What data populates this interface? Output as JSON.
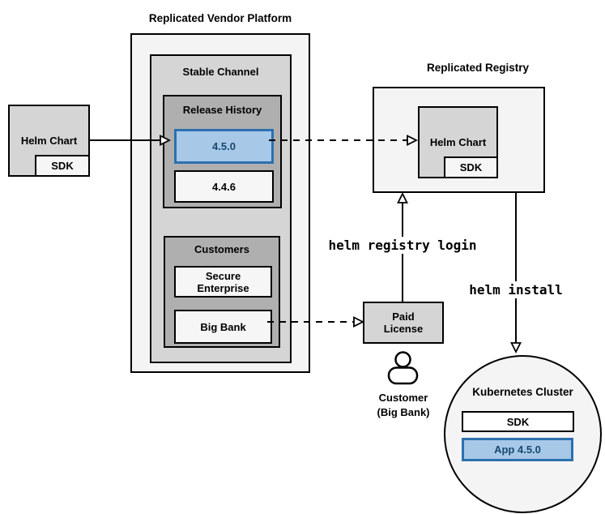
{
  "colors": {
    "highlight_fill": "#A8C8E8",
    "highlight_border": "#2C70AE",
    "highlight_text": "#17496E",
    "gray_lightest": "#F4F4F4",
    "gray_mid": "#D5D5D5",
    "gray_dark": "#AFAFAF",
    "near_white": "#F6F6F6"
  },
  "vendor_chart": {
    "label": "Helm Chart",
    "sdk_label": "SDK"
  },
  "platform": {
    "title": "Replicated Vendor Platform",
    "stable_channel": {
      "label": "Stable Channel",
      "release_history": {
        "label": "Release History",
        "releases": [
          {
            "version": "4.5.0",
            "highlighted": true
          },
          {
            "version": "4.4.6",
            "highlighted": false
          }
        ]
      },
      "customers": {
        "label": "Customers",
        "items": [
          {
            "name": "Secure Enterprise"
          },
          {
            "name": "Big Bank"
          }
        ]
      }
    }
  },
  "registry": {
    "title": "Replicated Registry",
    "chart_label": "Helm Chart",
    "sdk_label": "SDK"
  },
  "license": {
    "label": "Paid License"
  },
  "customer": {
    "icon": "person-icon",
    "name": "Customer",
    "org": "(Big Bank)"
  },
  "cluster": {
    "title": "Kubernetes Cluster",
    "sdk_label": "SDK",
    "app_label": "App 4.5.0"
  },
  "commands": {
    "registry_login": "helm registry login",
    "install": "helm install"
  }
}
